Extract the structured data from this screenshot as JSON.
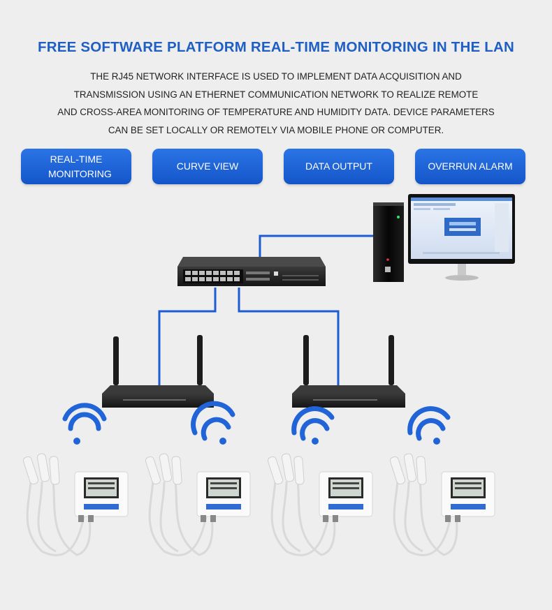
{
  "header": {
    "title": "FREE SOFTWARE PLATFORM REAL-TIME MONITORING IN THE LAN",
    "description": [
      "THE RJ45 NETWORK INTERFACE IS USED TO IMPLEMENT DATA ACQUISITION AND",
      "TRANSMISSION USING AN ETHERNET COMMUNICATION NETWORK TO REALIZE REMOTE",
      "AND CROSS-AREA MONITORING OF TEMPERATURE AND HUMIDITY DATA. DEVICE PARAMETERS",
      "CAN BE SET LOCALLY OR REMOTELY VIA MOBILE PHONE OR COMPUTER."
    ]
  },
  "features": [
    {
      "label": "REAL-TIME MONITORING"
    },
    {
      "label": "CURVE VIEW"
    },
    {
      "label": "DATA OUTPUT"
    },
    {
      "label": "OVERRUN ALARM"
    }
  ],
  "colors": {
    "accent": "#1f5fc4",
    "button": "#1a61d6",
    "link_line": "#1d5bd0",
    "background": "#eeeeee"
  },
  "diagram": {
    "devices": [
      "network-switch",
      "desktop-computer",
      "wifi-router",
      "wifi-router",
      "temperature-humidity-logger",
      "temperature-humidity-logger",
      "temperature-humidity-logger",
      "temperature-humidity-logger"
    ]
  }
}
